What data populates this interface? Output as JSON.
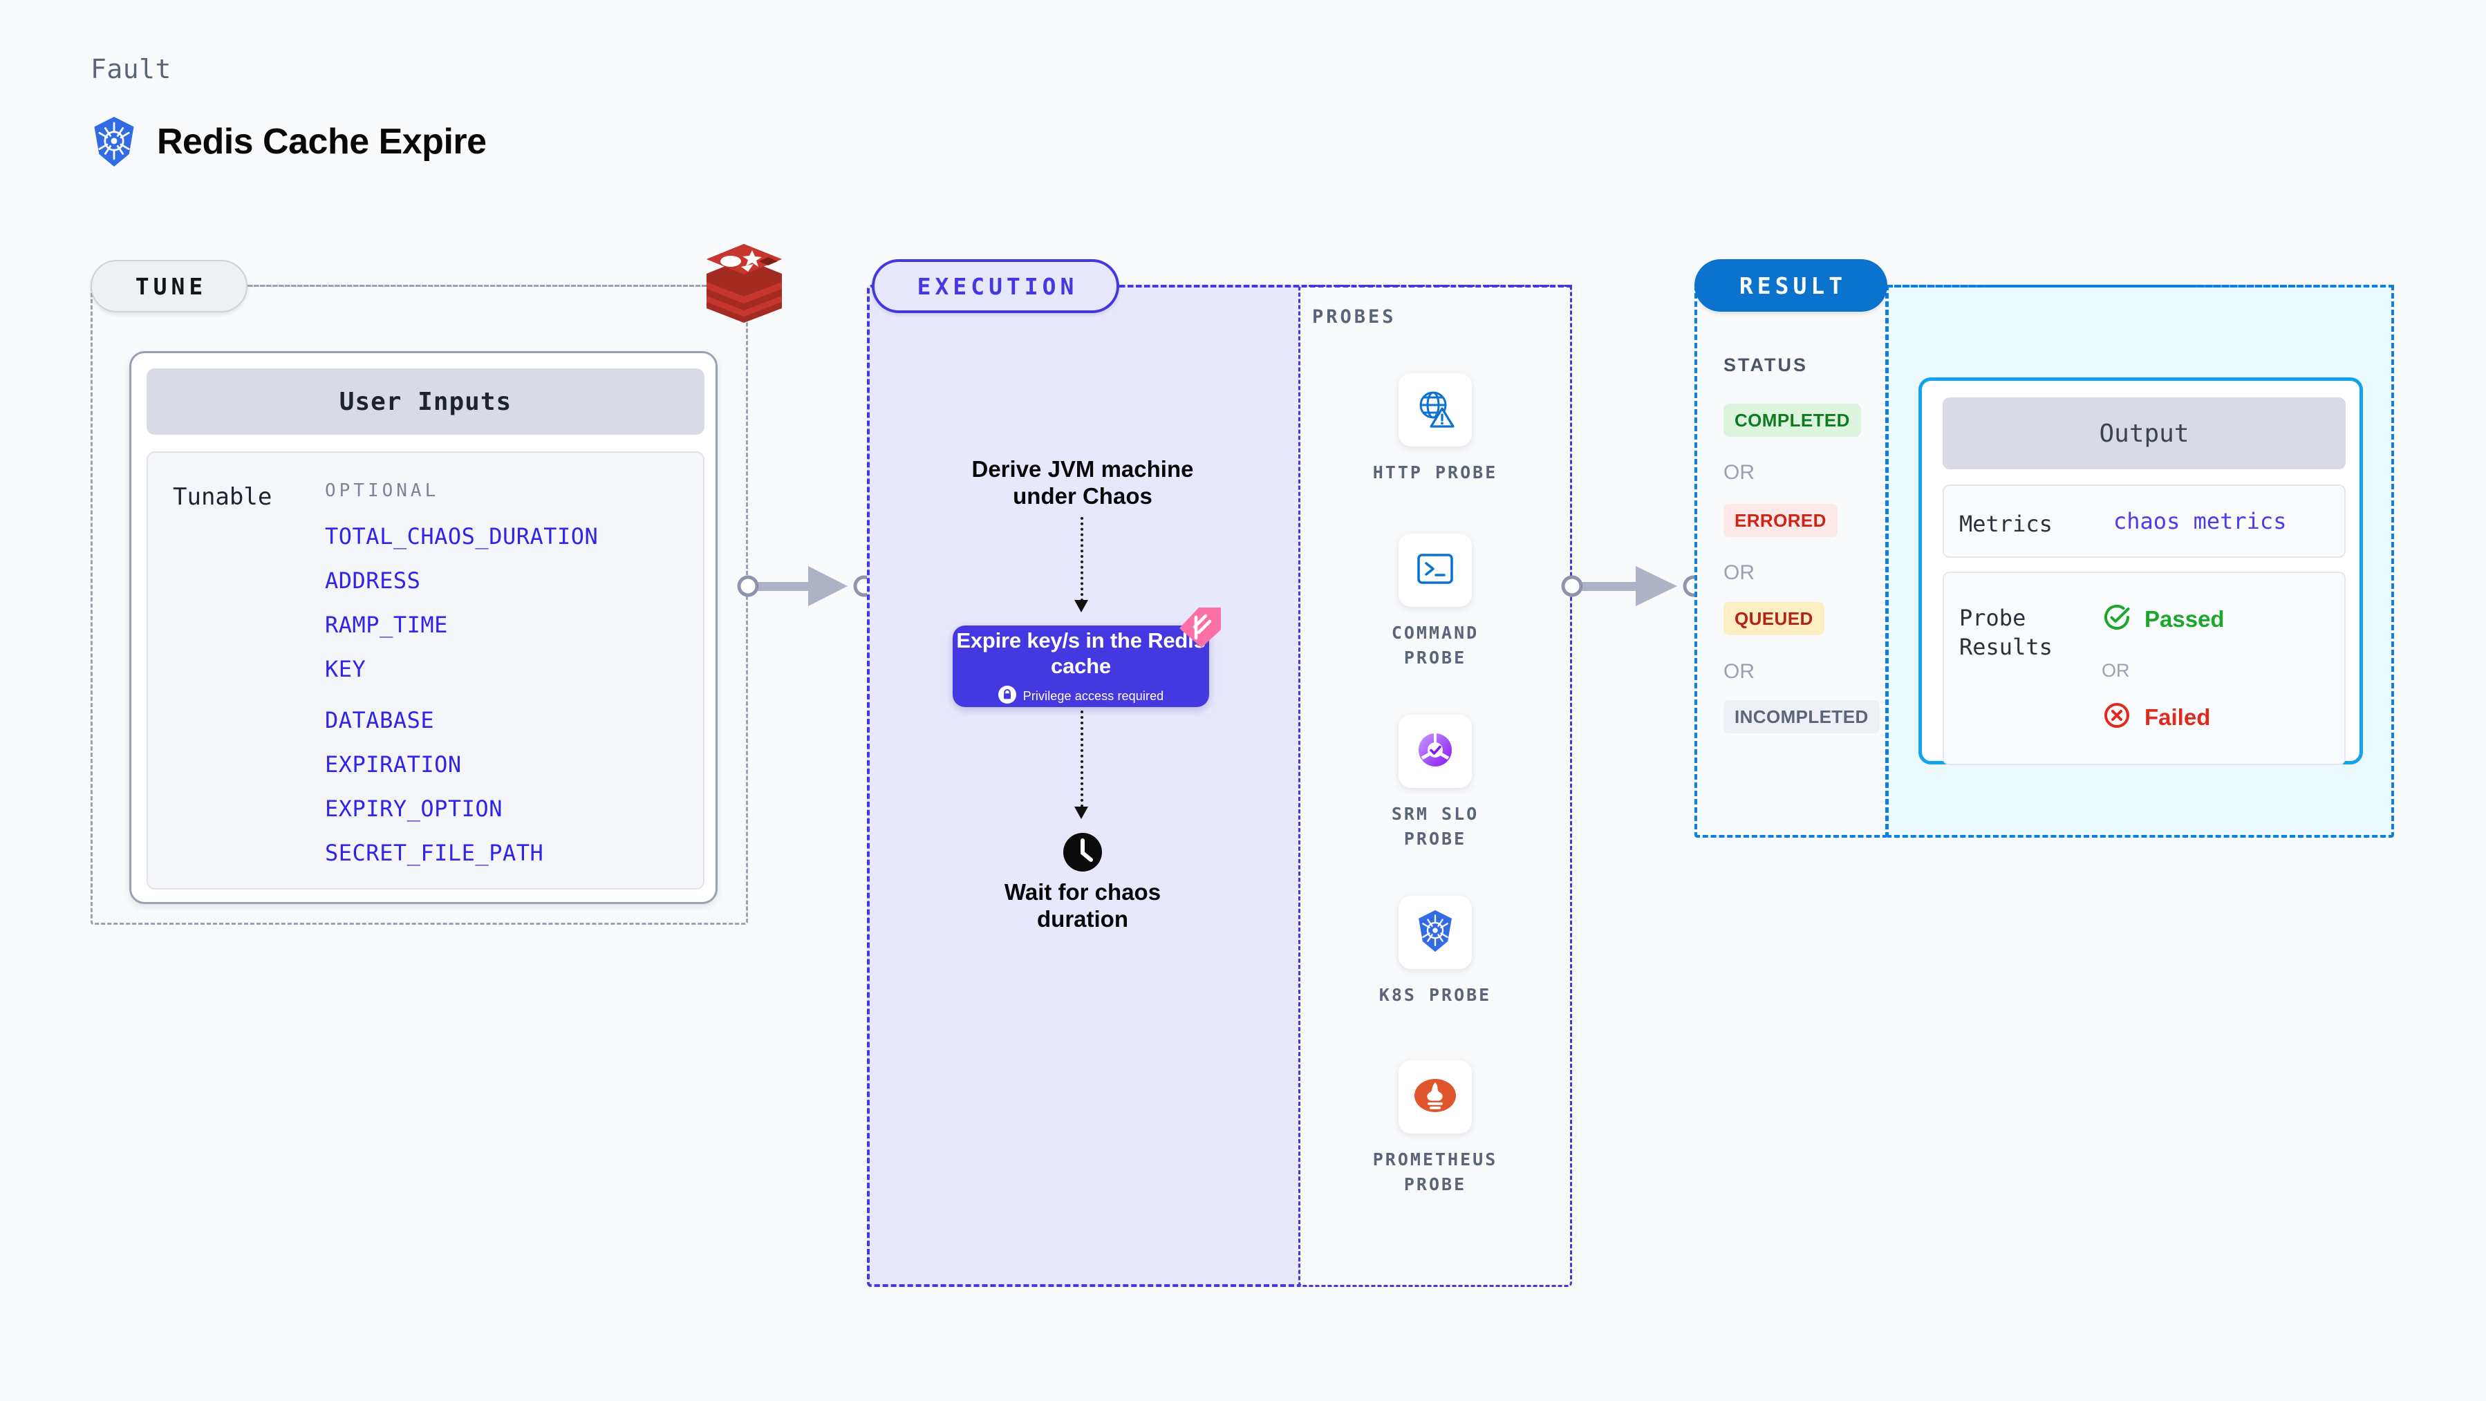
{
  "header": {
    "kicker": "Fault",
    "title": "Redis Cache Expire",
    "logo_icon": "kubernetes-icon"
  },
  "tune": {
    "pill_label": "TUNE",
    "logo_icon": "redis-icon",
    "card": {
      "title": "User Inputs",
      "row_label": "Tunable",
      "optional_header": "OPTIONAL",
      "optional_items": [
        "TOTAL_CHAOS_DURATION",
        "ADDRESS",
        "RAMP_TIME",
        "KEY",
        "DATABASE",
        "EXPIRATION",
        "EXPIRY_OPTION",
        "SECRET_FILE_PATH"
      ]
    }
  },
  "execution": {
    "pill_label": "EXECUTION",
    "step_1": "Derive JVM machine under Chaos",
    "action_card": {
      "title": "Expire key/s in the Redis cache",
      "privilege_note": "Privilege access required",
      "lock_icon": "lock-icon",
      "ribbon_icon": "harness-ribbon-icon"
    },
    "step_3": "Wait for chaos duration",
    "clock_icon": "clock-icon"
  },
  "probes": {
    "title": "PROBES",
    "items": [
      {
        "label": "HTTP PROBE",
        "icon": "globe-warning-icon"
      },
      {
        "label": "COMMAND PROBE",
        "icon": "terminal-icon"
      },
      {
        "label": "SRM SLO PROBE",
        "icon": "srm-slo-icon"
      },
      {
        "label": "K8S PROBE",
        "icon": "kubernetes-icon"
      },
      {
        "label": "PROMETHEUS PROBE",
        "icon": "prometheus-icon"
      }
    ]
  },
  "result": {
    "pill_label": "RESULT",
    "status_title": "STATUS",
    "or_label": "OR",
    "statuses": [
      {
        "label": "COMPLETED",
        "bg": "#ddf5df",
        "fg": "#107a21"
      },
      {
        "label": "ERRORED",
        "bg": "#fde9e7",
        "fg": "#cf2318"
      },
      {
        "label": "QUEUED",
        "bg": "#fdeec3",
        "fg": "#b42318"
      },
      {
        "label": "INCOMPLETED",
        "bg": "#eef0f5",
        "fg": "#5b6478"
      }
    ],
    "output": {
      "title": "Output",
      "metrics_key": "Metrics",
      "metrics_value": "chaos metrics",
      "probe_key": "Probe Results",
      "passed_label": "Passed",
      "failed_label": "Failed",
      "or_label": "OR",
      "passed_icon": "check-circle-icon",
      "failed_icon": "x-circle-icon"
    }
  },
  "colors": {
    "accent_purple": "#4438e0",
    "accent_blue": "#0b72ce",
    "accent_cyan": "#11a3ec",
    "redis_red": "#b5342b",
    "k8s_blue": "#326ce5",
    "pass_green": "#1aa72a",
    "fail_red": "#e02a1d",
    "ribbon_pink": "#fb6fa5",
    "bg": "#f8fafc"
  }
}
